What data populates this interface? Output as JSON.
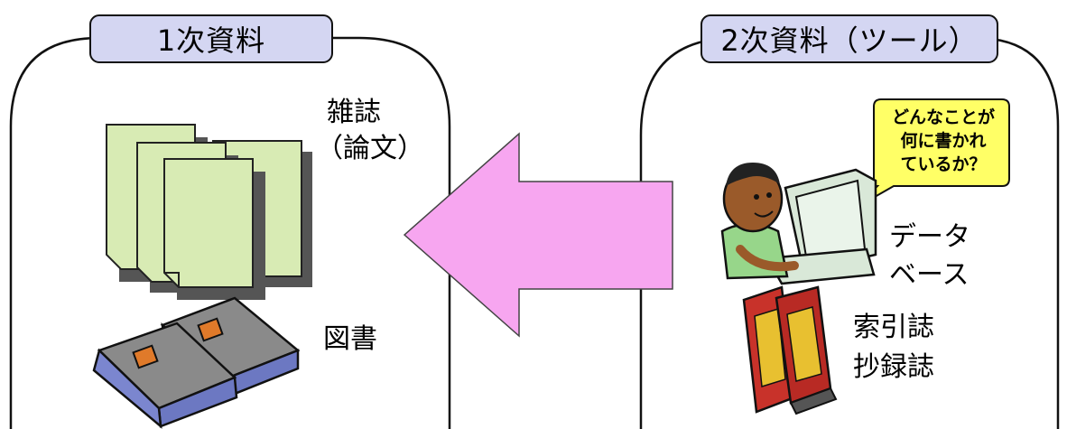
{
  "left_panel": {
    "title": "1次資料",
    "journal_label_line1": "雑誌",
    "journal_label_line2": "（論文）",
    "book_label": "図書"
  },
  "right_panel": {
    "title": "2次資料（ツール）",
    "bubble_line1": "どんなことが",
    "bubble_line2": "何に書かれ",
    "bubble_line3": "ているか？",
    "database_label_line1": "データ",
    "database_label_line2": "ベース",
    "index_label_line1": "索引誌",
    "index_label_line2": "抄録誌"
  },
  "colors": {
    "tab_fill": "#d4d6f2",
    "arrow_fill": "#f7a6f0",
    "paper_fill": "#d8ebb4",
    "bubble_fill": "#ffff66"
  }
}
